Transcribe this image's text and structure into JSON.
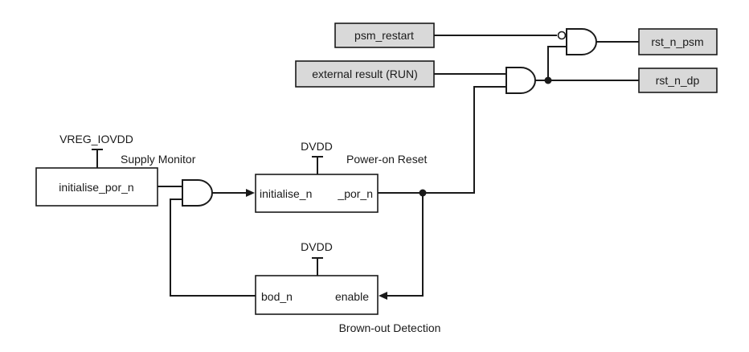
{
  "inputs": {
    "psm_restart": "psm_restart",
    "external_result": "external result (RUN)"
  },
  "outputs": {
    "rst_n_psm": "rst_n_psm",
    "rst_n_dp": "rst_n_dp"
  },
  "supply_monitor": {
    "title": "Supply Monitor",
    "rail": "VREG_IOVDD",
    "port": "initialise_por_n"
  },
  "power_on_reset": {
    "title": "Power-on Reset",
    "rail": "DVDD",
    "input_port": "initialise_n",
    "output_port": "_por_n"
  },
  "brown_out": {
    "title": "Brown-out Detection",
    "rail": "DVDD",
    "output_port": "bod_n",
    "input_port": "enable"
  }
}
